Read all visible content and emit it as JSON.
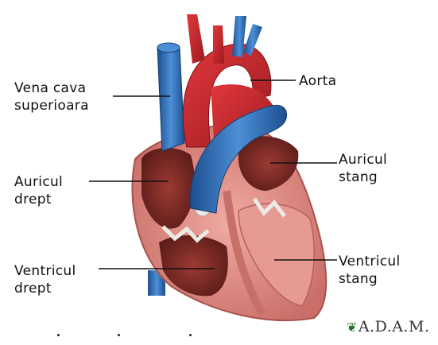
{
  "labels": {
    "vena_cava": [
      "Vena cava",
      "superioara"
    ],
    "aorta": "Aorta",
    "auricul_drept": [
      "Auricul",
      "drept"
    ],
    "auricul_stang": [
      "Auricul",
      "stang"
    ],
    "ventricul_drept": [
      "Ventricul",
      "drept"
    ],
    "ventricul_stang": [
      "Ventricul",
      "stang"
    ]
  },
  "logo": "A.D.A.M.",
  "colors": {
    "vein_blue": "#2f6fb5",
    "artery_red": "#c8252b",
    "muscle": "#d98a84",
    "chamber": "#7a2a26",
    "valve": "#e8e6e2"
  }
}
